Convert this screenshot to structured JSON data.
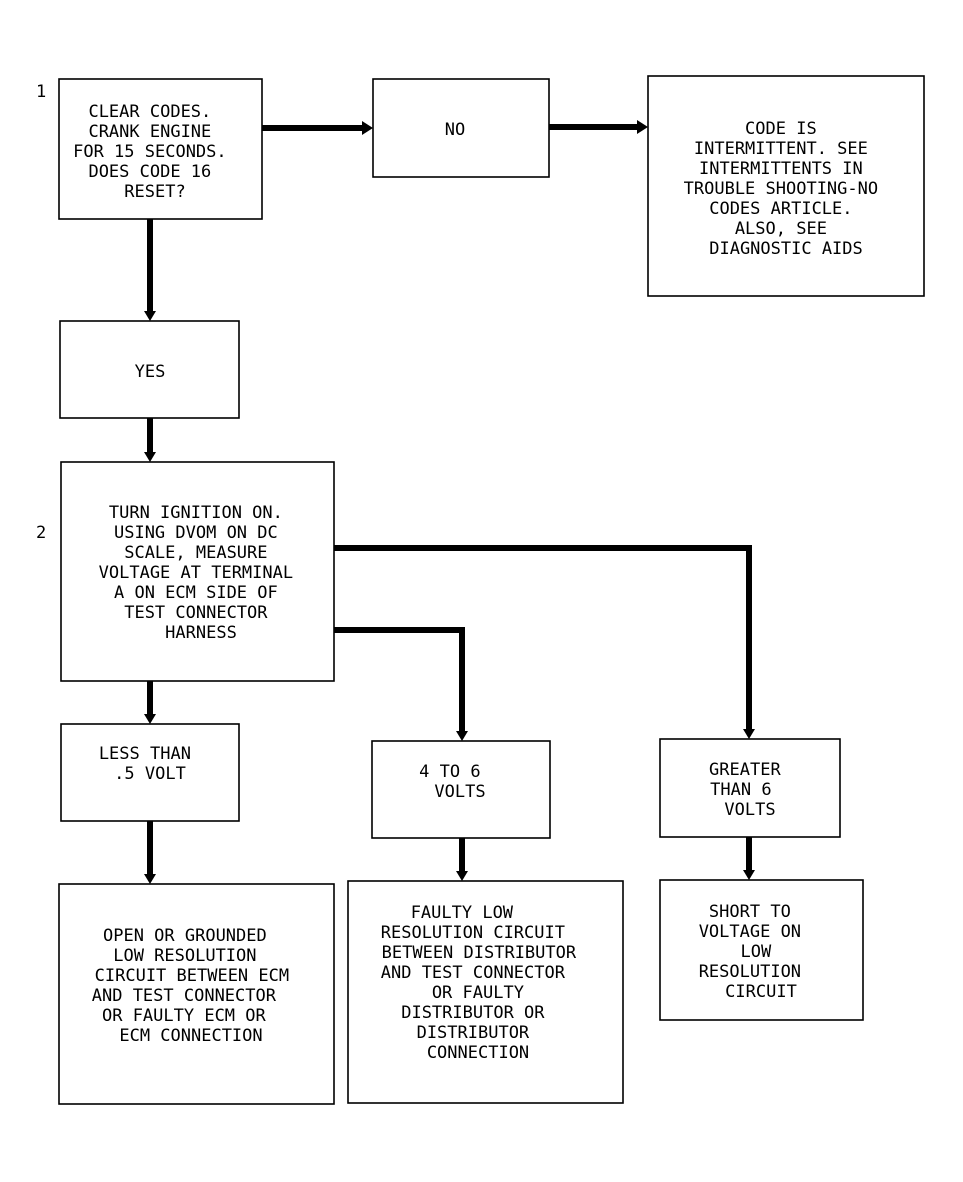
{
  "steps": [
    {
      "id": "step-1",
      "number": "1"
    },
    {
      "id": "step-2",
      "number": "2"
    }
  ],
  "boxes": [
    {
      "id": "clear-codes",
      "lines": [
        "CLEAR CODES.",
        "CRANK ENGINE",
        "FOR 15 SECONDS.",
        "DOES CODE 16",
        "RESET?"
      ]
    },
    {
      "id": "no",
      "lines": [
        "NO"
      ]
    },
    {
      "id": "intermittent",
      "lines": [
        "CODE IS",
        "INTERMITTENT. SEE",
        "INTERMITTENTS IN",
        "TROUBLE SHOOTING-NO",
        "CODES ARTICLE.",
        "ALSO, SEE",
        "DIAGNOSTIC AIDS"
      ]
    },
    {
      "id": "yes",
      "lines": [
        "YES"
      ]
    },
    {
      "id": "turn-ignition",
      "lines": [
        "TURN IGNITION ON.",
        "USING DVOM ON DC",
        "SCALE, MEASURE",
        "VOLTAGE AT TERMINAL",
        "A ON ECM SIDE OF",
        "TEST CONNECTOR",
        "HARNESS"
      ]
    },
    {
      "id": "less-than",
      "lines": [
        "LESS THAN",
        ".5 VOLT"
      ]
    },
    {
      "id": "four-to-six",
      "lines": [
        "4 TO 6",
        "VOLTS"
      ]
    },
    {
      "id": "greater-than",
      "lines": [
        "GREATER",
        "THAN 6",
        "VOLTS"
      ]
    },
    {
      "id": "open-grounded",
      "lines": [
        "OPEN OR GROUNDED",
        "LOW RESOLUTION",
        "CIRCUIT BETWEEN ECM",
        "AND TEST CONNECTOR",
        "OR FAULTY ECM OR",
        "ECM CONNECTION"
      ]
    },
    {
      "id": "faulty-low",
      "lines": [
        "FAULTY LOW",
        "RESOLUTION CIRCUIT",
        "BETWEEN DISTRIBUTOR",
        "AND TEST CONNECTOR",
        "OR FAULTY",
        "DISTRIBUTOR OR",
        "DISTRIBUTOR",
        "CONNECTION"
      ]
    },
    {
      "id": "short-to-voltage",
      "lines": [
        "SHORT TO",
        "VOLTAGE ON",
        "LOW",
        "RESOLUTION",
        "CIRCUIT"
      ]
    }
  ]
}
